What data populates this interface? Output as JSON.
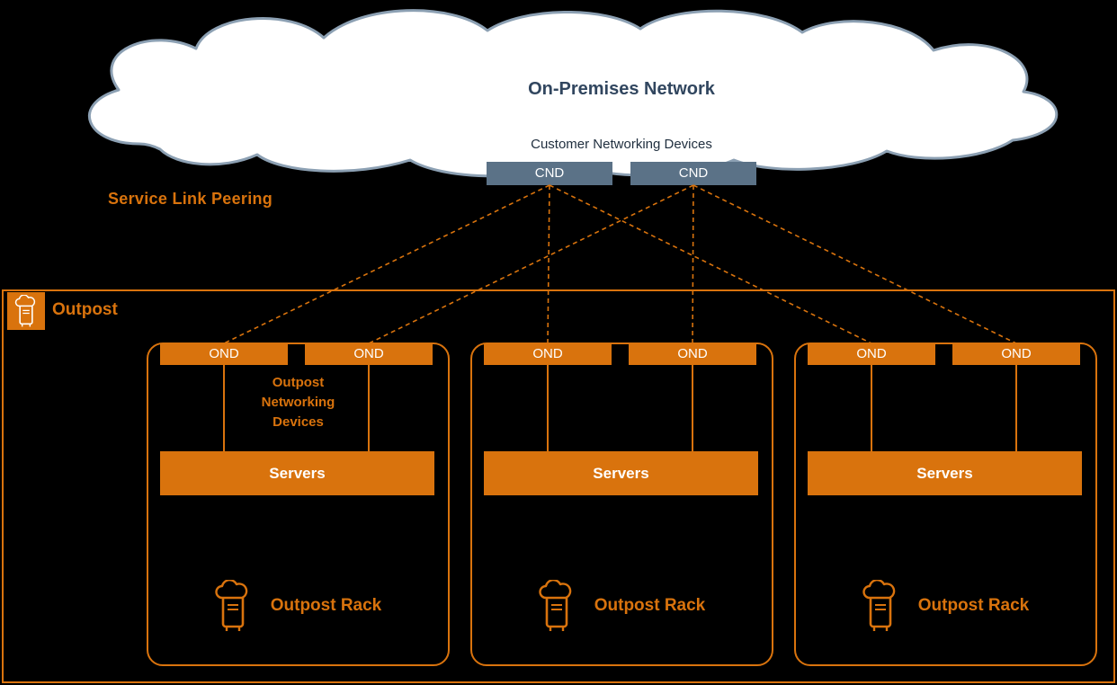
{
  "diagram": {
    "background_color": "#000000",
    "colors": {
      "orange": "#D9730D",
      "cnd_box": "#5B7287",
      "cloud_fill": "#FFFFFF",
      "cloud_outline": "#8CA0B3",
      "title_text": "#31465F"
    },
    "cloud": {
      "title": "On-Premises Network",
      "subtitle": "Customer Networking Devices",
      "cnds": [
        "CND",
        "CND"
      ]
    },
    "service_link_label": "Service Link Peering",
    "outpost": {
      "label": "Outpost",
      "icon": "outposts-badge-icon"
    },
    "racks": [
      {
        "onds": [
          "OND",
          "OND"
        ],
        "networking_devices_label": "Outpost Networking Devices",
        "servers_label": "Servers",
        "rack_label": "Outpost Rack",
        "icon": "outpost-rack-icon"
      },
      {
        "onds": [
          "OND",
          "OND"
        ],
        "servers_label": "Servers",
        "rack_label": "Outpost Rack",
        "icon": "outpost-rack-icon"
      },
      {
        "onds": [
          "OND",
          "OND"
        ],
        "servers_label": "Servers",
        "rack_label": "Outpost Rack",
        "icon": "outpost-rack-icon"
      }
    ],
    "service_links": {
      "line_style": "dashed",
      "connections": [
        {
          "from": "CND-1",
          "to": "rack-1-OND-1"
        },
        {
          "from": "CND-1",
          "to": "rack-2-OND-1"
        },
        {
          "from": "CND-1",
          "to": "rack-3-OND-1"
        },
        {
          "from": "CND-2",
          "to": "rack-1-OND-2"
        },
        {
          "from": "CND-2",
          "to": "rack-2-OND-2"
        },
        {
          "from": "CND-2",
          "to": "rack-3-OND-2"
        }
      ]
    }
  }
}
